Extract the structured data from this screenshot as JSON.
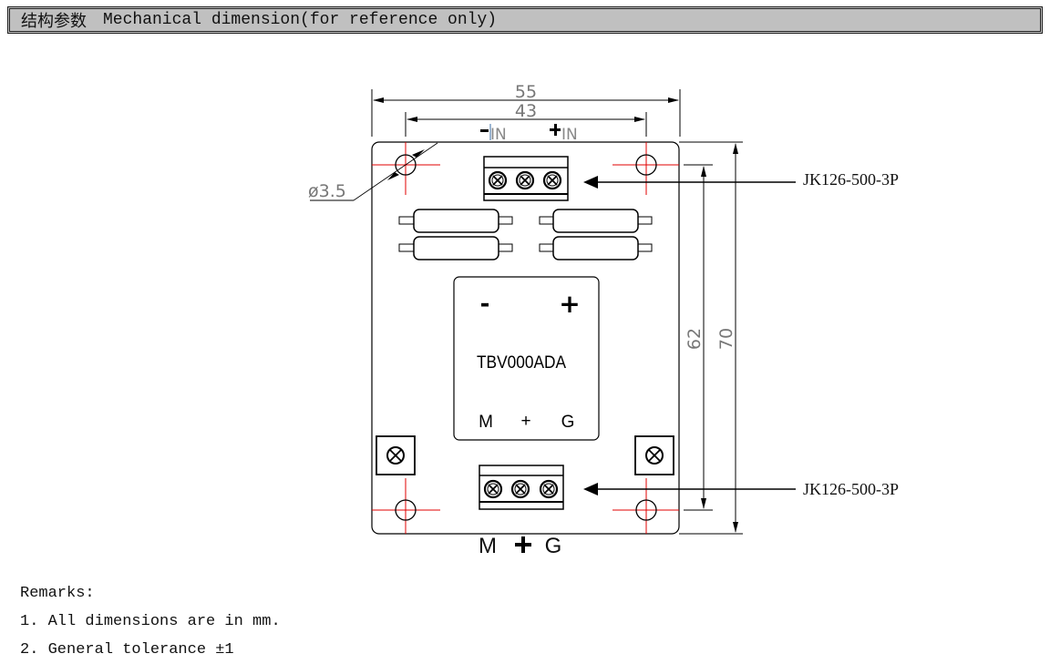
{
  "header": {
    "title_cn": "结构参数",
    "title_en": "Mechanical dimension(for reference only)"
  },
  "drawing": {
    "dimensions": {
      "overall_width": "55",
      "hole_spacing_width": "43",
      "overall_height": "70",
      "hole_spacing_height": "62",
      "hole_diameter": "ø3.5"
    },
    "top_terminal_labels": {
      "minus_in": "-IN",
      "plus_in": "+IN",
      "minus_symbol": "−",
      "plus_symbol": "+",
      "in_text": "IN"
    },
    "module": {
      "minus": "-",
      "plus": "+",
      "model": "TBV000ADA",
      "pin_m": "M",
      "pin_plus": "+",
      "pin_g": "G"
    },
    "bottom_terminal_labels": {
      "m": "M",
      "plus": "+",
      "g": "G"
    },
    "connector_top": "JK126-500-3P",
    "connector_bottom": "JK126-500-3P",
    "colors": {
      "centerline": "#e00000",
      "line": "#000000",
      "dim_text": "#777777"
    }
  },
  "remarks": {
    "title": "Remarks:",
    "items": [
      "1. All dimensions are in mm.",
      "2. General tolerance ±1"
    ]
  }
}
